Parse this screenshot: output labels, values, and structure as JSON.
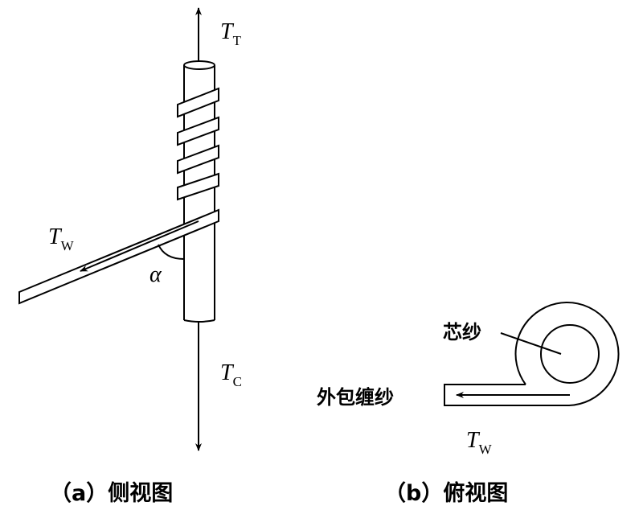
{
  "side_view": {
    "tension_top": {
      "symbol": "T",
      "subscript": "T"
    },
    "tension_core": {
      "symbol": "T",
      "subscript": "C"
    },
    "tension_wrap": {
      "symbol": "T",
      "subscript": "W"
    },
    "angle_label": "α",
    "caption": "（a）侧视图"
  },
  "top_view": {
    "core_label": "芯纱",
    "wrap_label": "外包缠纱",
    "tension_wrap": {
      "symbol": "T",
      "subscript": "W"
    },
    "caption": "（b）俯视图"
  }
}
